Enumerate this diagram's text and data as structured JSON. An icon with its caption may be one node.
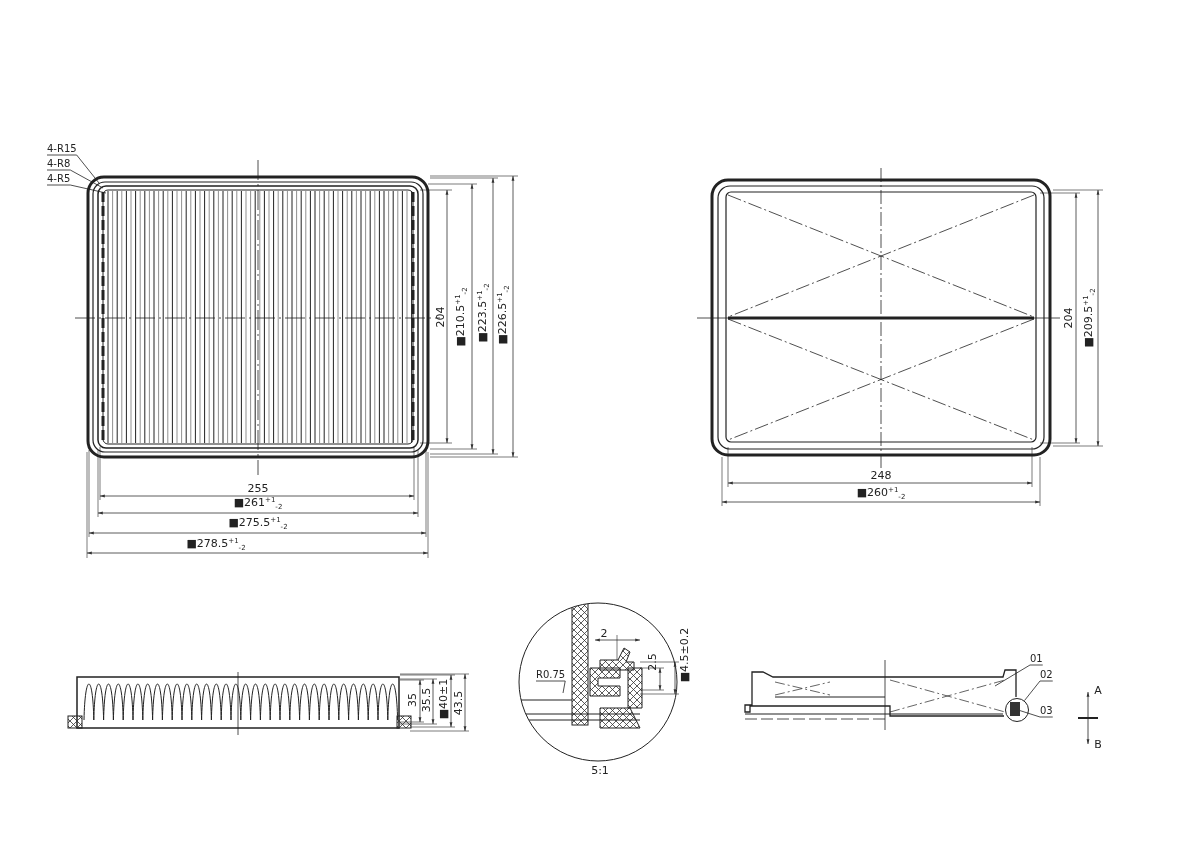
{
  "diagram": {
    "nodes": [
      {
        "text": [
          "4-R15"
        ]
      },
      {
        "text": [
          "4-R8"
        ]
      },
      {
        "text": [
          "4-R5"
        ]
      },
      {
        "text": [
          "R0.75"
        ]
      },
      {
        "text": [
          "01"
        ]
      },
      {
        "text": [
          "02"
        ]
      },
      {
        "text": [
          "03"
        ]
      },
      {
        "text": [],
        "shape": "circle"
      },
      {
        "text": [],
        "shape": "box",
        "in": 7
      }
    ],
    "edges": [
      {
        "from": 0,
        "to": null,
        "arrow": "none"
      },
      {
        "from": 1,
        "to": null,
        "arrow": "none"
      },
      {
        "from": 2,
        "to": null,
        "arrow": "none"
      },
      {
        "from": 3,
        "to": null,
        "arrow": "none"
      },
      {
        "from": 4,
        "to": null,
        "arrow": "none"
      },
      {
        "from": 5,
        "to": 7,
        "arrow": "none"
      },
      {
        "from": 6,
        "to": 8,
        "arrow": "none"
      }
    ],
    "labels": [
      "204",
      "■210.5$^{+1}$$_{-2}$",
      "■223.5$^{+1}$$_{-2}$",
      "■226.5$^{+1}$$_{-2}$",
      "255",
      "■261$^{+1}$$_{-2}$",
      "■275.5$^{+1}$$_{-2}$",
      "■278.5$^{+1}$$_{-2}$",
      "204",
      "■209.5$^{+1}$$_{-2}$",
      "248",
      "■260$^{+1}$$_{-2}$",
      "35",
      "35.5",
      "■40±1",
      "43.5",
      "2",
      "2.5",
      "■4.5±0.2",
      "5:1",
      "A",
      "B"
    ]
  }
}
